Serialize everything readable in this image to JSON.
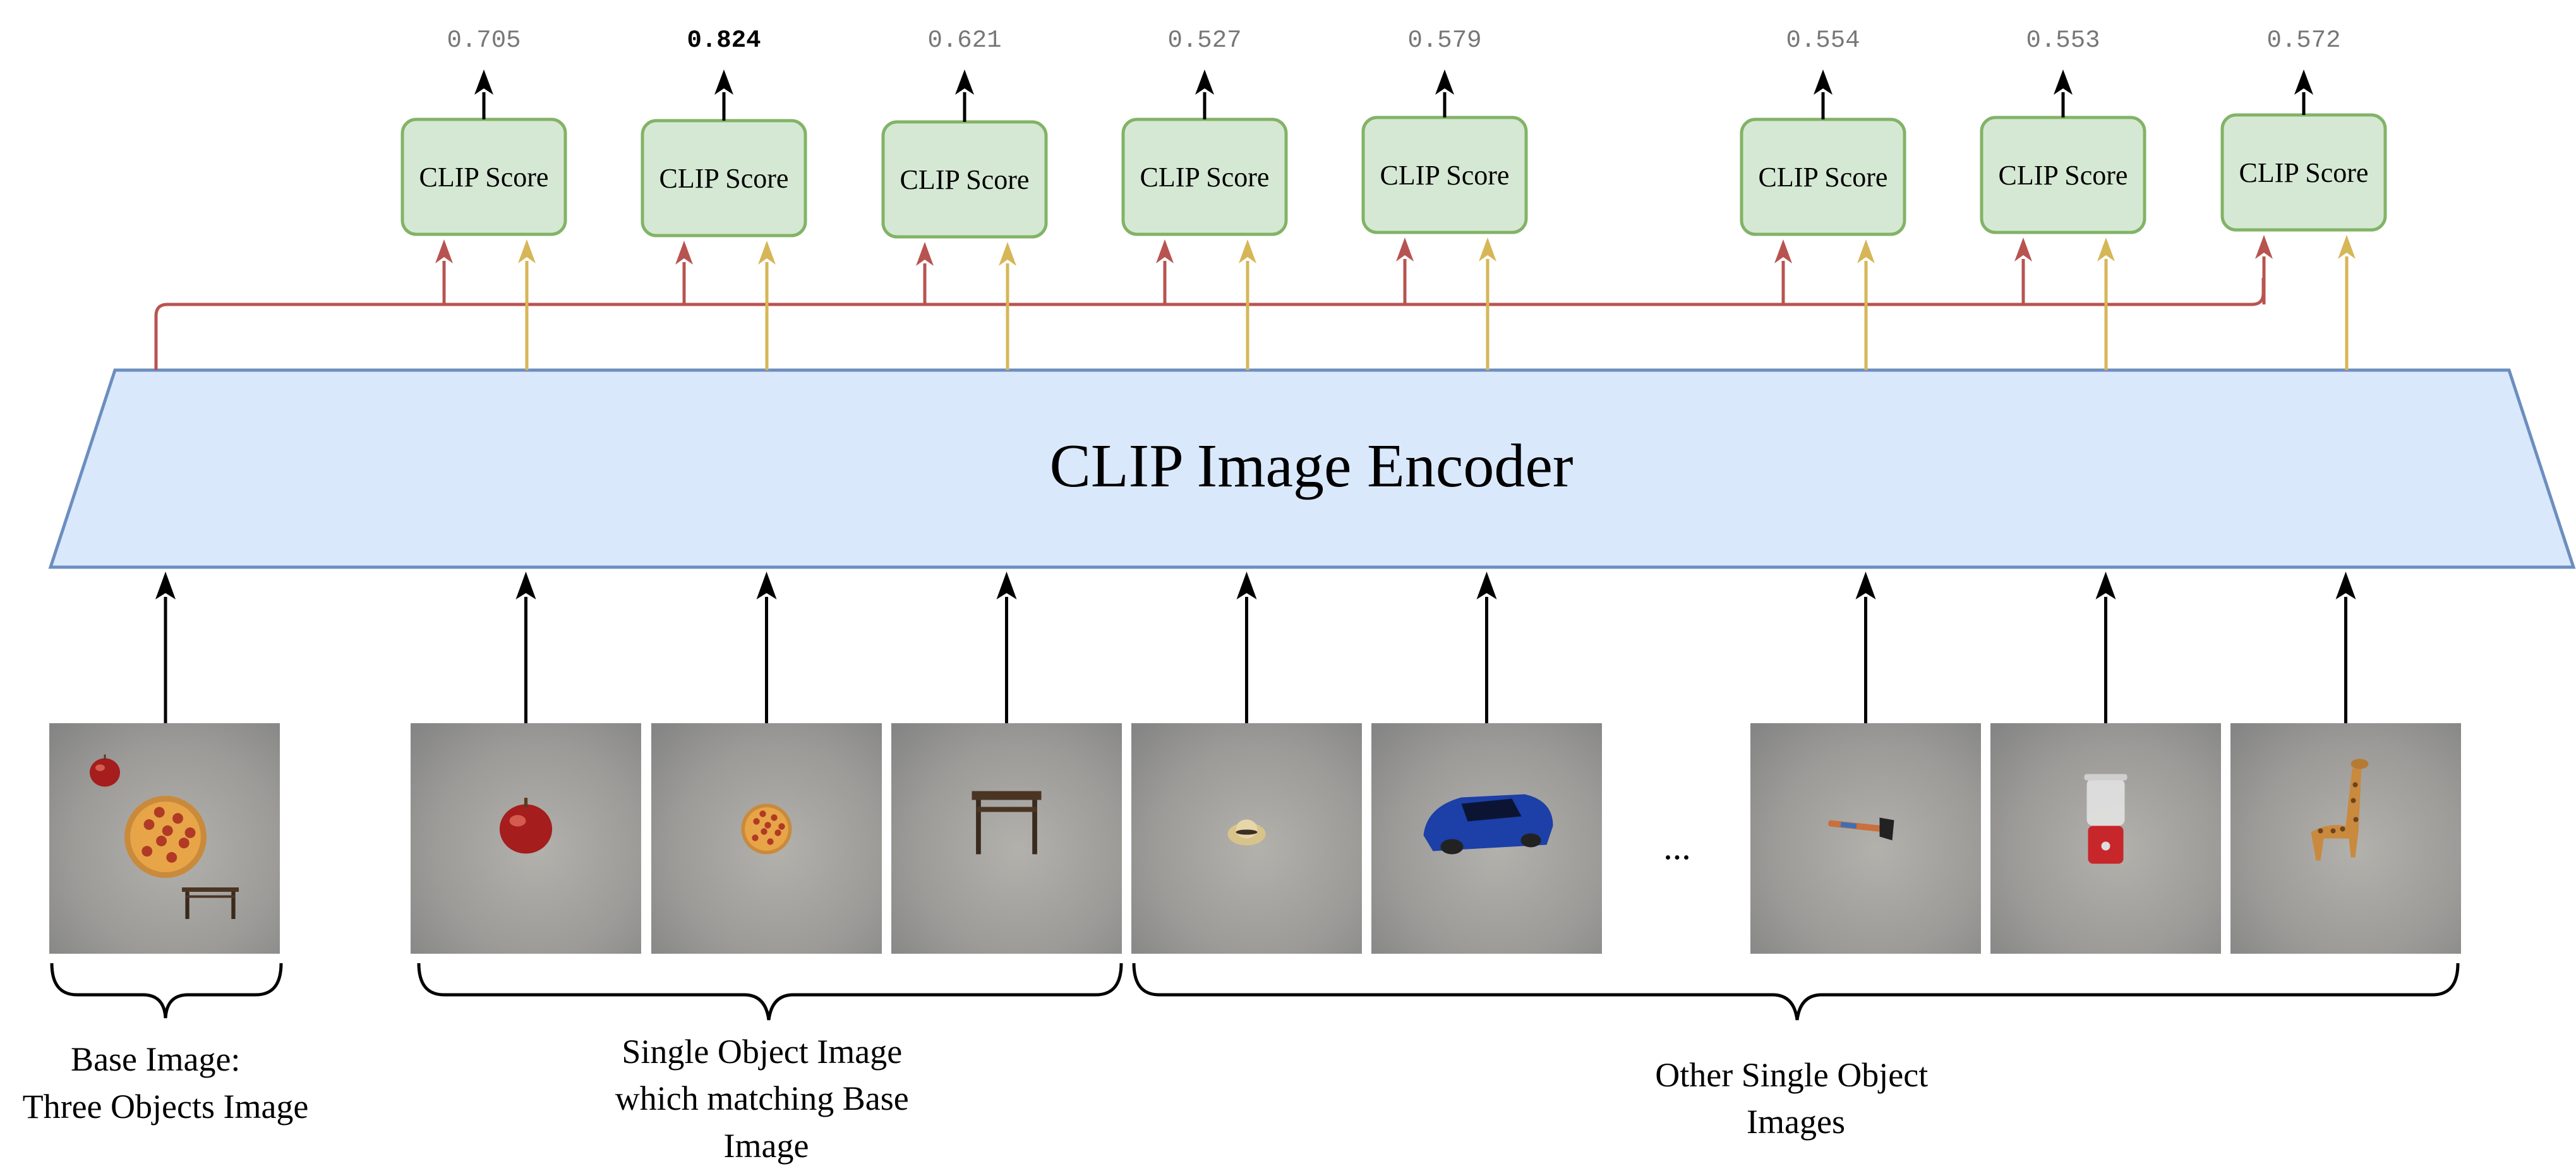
{
  "encoder": {
    "label": "CLIP Image Encoder"
  },
  "clip_box_label": "CLIP Score",
  "scores": [
    "0.705",
    "0.824",
    "0.621",
    "0.527",
    "0.579",
    "0.554",
    "0.553",
    "0.572"
  ],
  "best_score_index": 1,
  "ellipsis": "...",
  "captions": {
    "base": [
      "Base Image:",
      "Three Objects Image"
    ],
    "matching": [
      "Single Object Image",
      "which matching Base",
      "Image"
    ],
    "other": [
      "Other Single Object",
      "Images"
    ]
  },
  "images": [
    {
      "name": "base-three-objects-image",
      "objects": [
        "apple",
        "pizza",
        "table"
      ]
    },
    {
      "name": "apple-image",
      "objects": [
        "apple"
      ]
    },
    {
      "name": "pizza-image",
      "objects": [
        "pizza"
      ]
    },
    {
      "name": "table-image",
      "objects": [
        "table"
      ]
    },
    {
      "name": "hat-image",
      "objects": [
        "hat"
      ]
    },
    {
      "name": "car-image",
      "objects": [
        "car"
      ]
    },
    {
      "name": "axe-image",
      "objects": [
        "axe"
      ]
    },
    {
      "name": "blender-image",
      "objects": [
        "blender"
      ]
    },
    {
      "name": "giraffe-image",
      "objects": [
        "giraffe"
      ]
    }
  ],
  "colors": {
    "clip_fill": "#d5e8d4",
    "clip_stroke": "#82b366",
    "encoder_fill": "#dae8fc",
    "encoder_stroke": "#6c8ebf",
    "base_arrow": "#b85450",
    "single_arrow": "#d6b656",
    "arrow": "#000000"
  }
}
